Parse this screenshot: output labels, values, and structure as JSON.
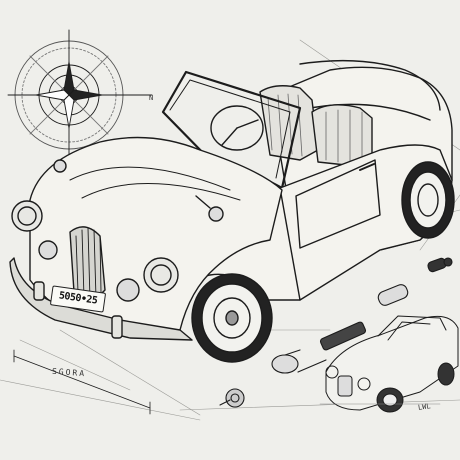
{
  "drawing": {
    "plate_text": "5050•25",
    "dimension_label": "SGORA",
    "compass_mark": "N",
    "side_code": "LWL"
  },
  "colors": {
    "paper": "#efefeb",
    "ink": "#1c1c1c",
    "body_fill": "#f4f3ee",
    "shade": "#c9c9c4"
  },
  "icons": [
    "compass-rose-icon",
    "car-sketch-icon",
    "mini-car-icon"
  ]
}
